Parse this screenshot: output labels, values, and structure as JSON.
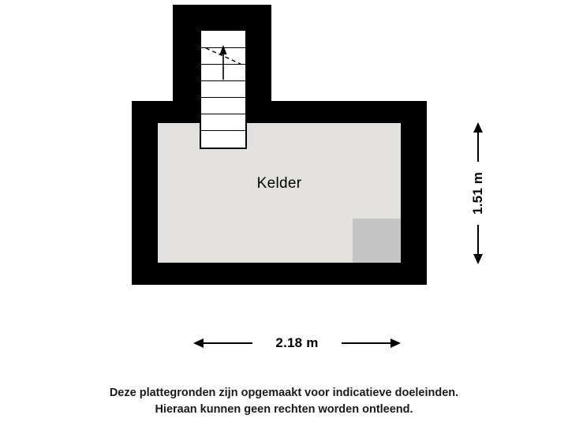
{
  "floorplan": {
    "room_label": "Kelder",
    "dimensions": {
      "width_label": "2.18 m",
      "height_label": "1.51 m"
    },
    "stairs": {
      "name": "staircase",
      "step_count": 7,
      "direction_arrow": "up-arrow"
    },
    "colors": {
      "wall": "#000000",
      "floor": "#e2e1dd",
      "corner_block": "#c6c5c6",
      "stair_fill": "#ffffff",
      "background": "#ffffff",
      "text": "#000000"
    }
  },
  "footer": {
    "line1": "Deze plattegronden zijn opgemaakt voor indicatieve doeleinden.",
    "line2": "Hieraan kunnen geen rechten worden ontleend."
  }
}
